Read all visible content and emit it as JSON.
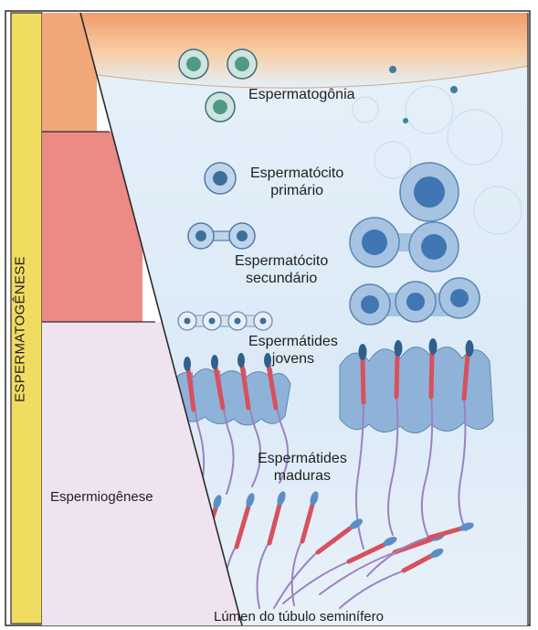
{
  "labels": {
    "espermatogenese": "ESPERMATOGÊNESE",
    "espermiogenese": "Espermiogênese",
    "espermatogonia": "Espermatogônia",
    "espermatocito_primario": [
      "Espermatócito",
      "primário"
    ],
    "espermatocito_secundario": [
      "Espermatócito",
      "secundário"
    ],
    "espermatides_jovens": [
      "Espermátides",
      "jovens"
    ],
    "espermatides_maduras": [
      "Espermátides",
      "maduras"
    ],
    "lumen": "Lúmen do túbulo seminífero"
  },
  "colors": {
    "bar": "#f1dc62",
    "band_top": "#f2a778",
    "band_mid": "#ec8a86",
    "band_bottom": "#efe3ef",
    "lumen_bg": "#e0eef8",
    "cell_fill": "#8fb3d8",
    "cell_nucleus": "#3e6f99",
    "gonia_fill": "#4f9a86",
    "tail": "#9c82c0",
    "midpiece": "#d6515d"
  }
}
